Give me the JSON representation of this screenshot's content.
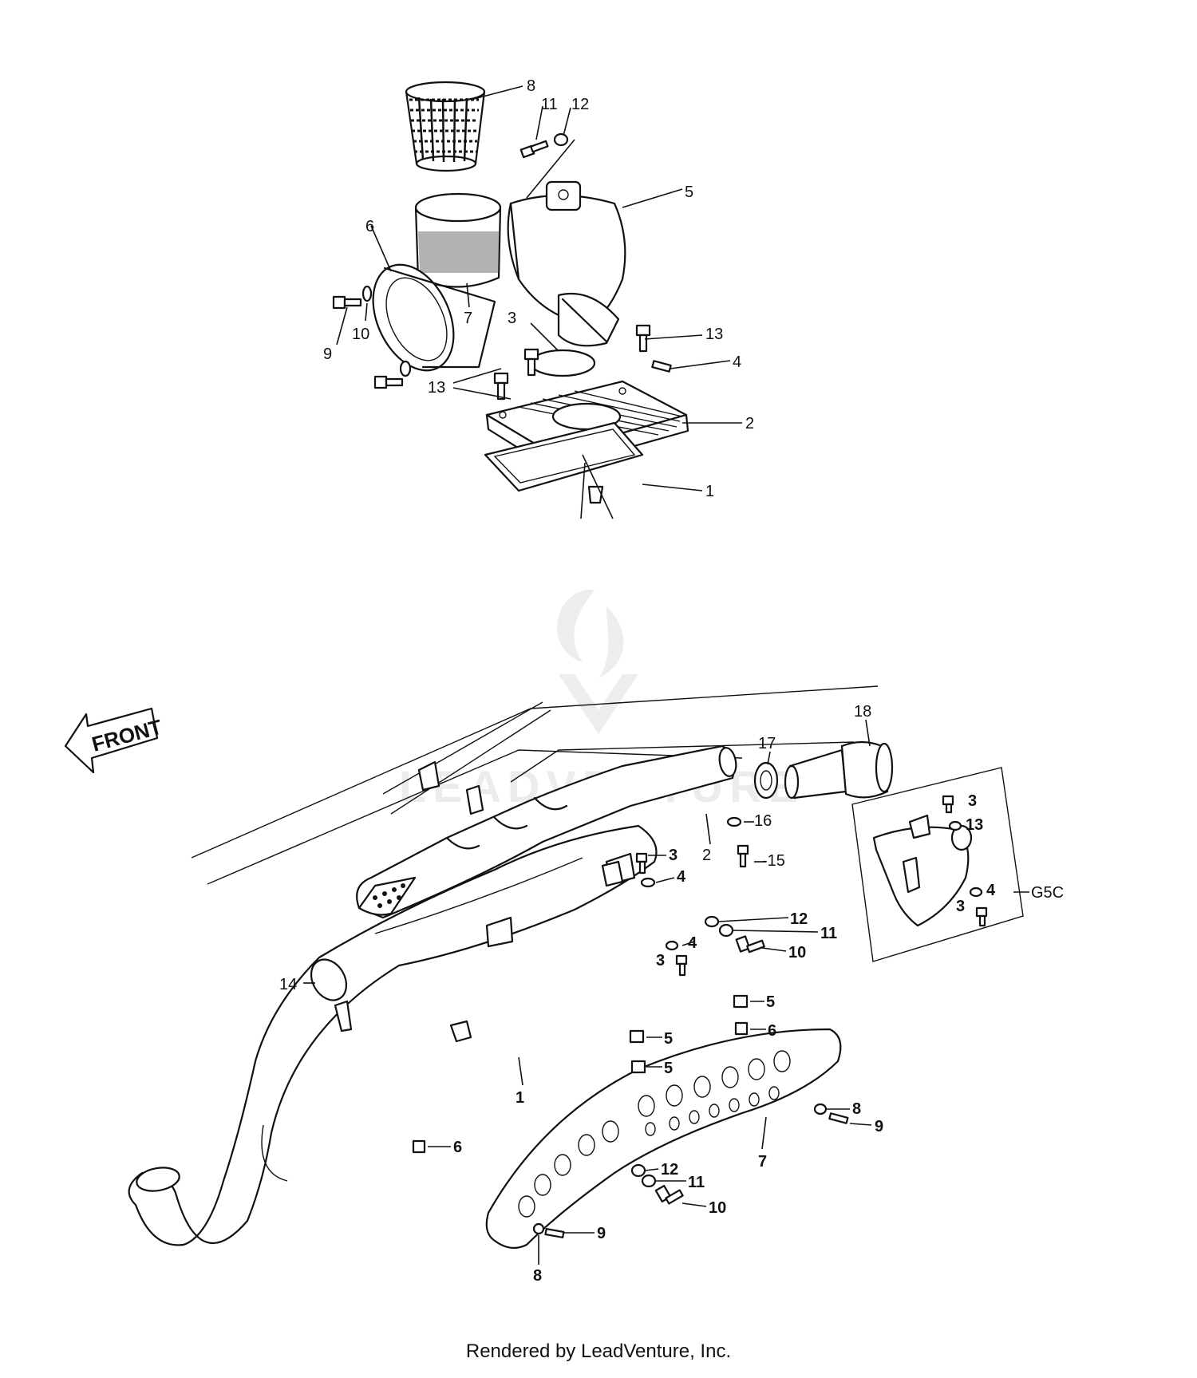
{
  "top_callouts": {
    "c8": "8",
    "c11": "11",
    "c12": "12",
    "c5": "5",
    "c6": "6",
    "c7": "7",
    "c9": "9",
    "c10": "10",
    "c3": "3",
    "c13a": "13",
    "c4": "4",
    "c13b": "13",
    "c2": "2",
    "c1": "1"
  },
  "bottom_callouts": {
    "c18": "18",
    "c17": "17",
    "c16": "16",
    "c2": "2",
    "c15": "-15",
    "c3a": "3",
    "c4a": "4",
    "c12a": "12",
    "c11a": "11",
    "c10a": "10",
    "c4b": "4",
    "c3b": "3",
    "c14": "14",
    "c1": "1",
    "gsc_label": "G5C",
    "g3a": "3",
    "g13": "13",
    "g4": "4",
    "g3b": "3",
    "c5a": "5",
    "c6a": "6",
    "c5b": "5",
    "c5c": "5",
    "c8a": "8",
    "c9a": "9",
    "c7": "7",
    "c6b": "6",
    "c12b": "12",
    "c11b": "11",
    "c10b": "10",
    "c9b": "9",
    "c8b": "8"
  },
  "front_label": "FRONT",
  "watermark": "LEADVENTURE",
  "footer": "Rendered by LeadVenture, Inc."
}
